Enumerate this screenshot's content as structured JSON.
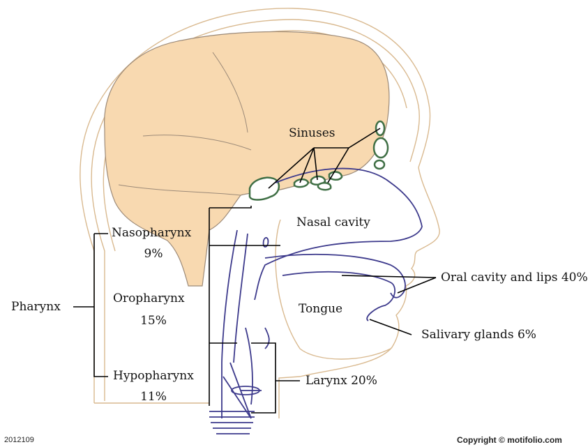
{
  "labels": {
    "sinuses": "Sinuses",
    "nasal_cavity": "Nasal cavity",
    "nasopharynx": "Nasopharynx",
    "nasopharynx_pct": "9%",
    "oropharynx": "Oropharynx",
    "oropharynx_pct": "15%",
    "hypopharynx": "Hypopharynx",
    "hypopharynx_pct": "11%",
    "pharynx": "Pharynx",
    "tongue": "Tongue",
    "oral_cavity": "Oral cavity and lips 40%",
    "salivary": "Salivary glands 6%",
    "larynx": "Larynx 20%"
  },
  "footer": {
    "id": "2012109",
    "copyright": "Copyright © motifolio.com"
  },
  "colors": {
    "brain": "#f8d9b0",
    "brain_outline": "#9c8a78",
    "head_outline": "#d9b98f",
    "tract": "#3d3a8c",
    "sinus": "#3f6f45",
    "leader": "#000000"
  }
}
